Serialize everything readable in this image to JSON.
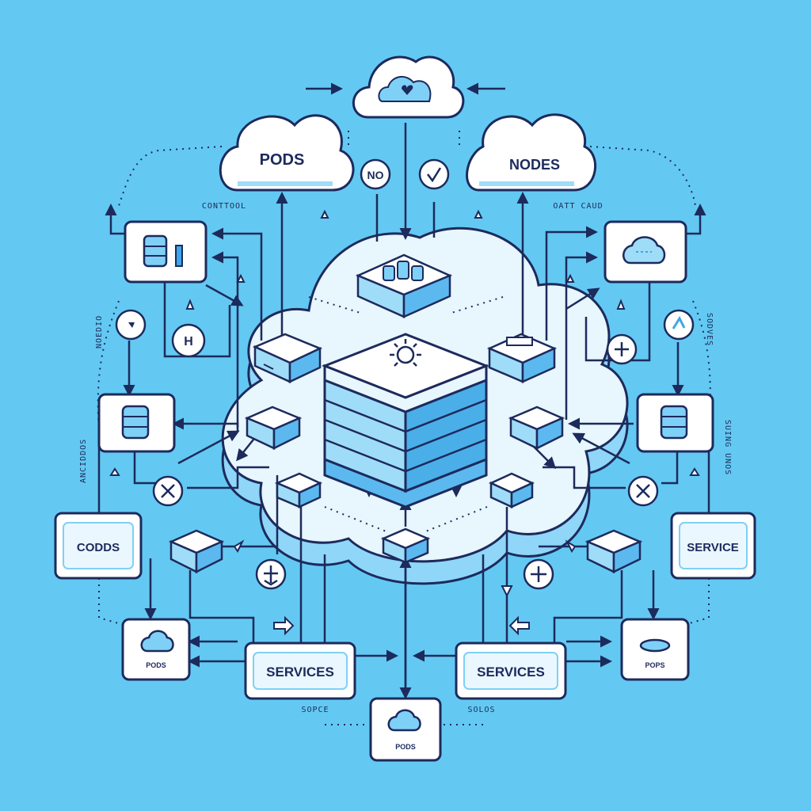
{
  "colors": {
    "background": "#63c9f2",
    "stroke": "#1d2a5c",
    "card": "#ffffff",
    "accent": "#3fa6ea",
    "platform_top": "#e8f6fd",
    "platform_side": "#b6e3fa"
  },
  "labels": {
    "cloud_left": "PODS",
    "cloud_right": "NODES",
    "badge_no": "NO",
    "badge_h": "H",
    "box_codds": "CODDS",
    "box_service": "SERVICE",
    "box_services_left": "SERVICES",
    "box_services_right": "SERVICES",
    "card_pods_left": "PODS",
    "card_pops_right": "POPS",
    "card_pods_bottom": "PODS"
  },
  "small_text": {
    "control": "CONTTOOL",
    "att_caud": "OATT CAUD",
    "sopce": "SOPCE",
    "solos": "SOLOS",
    "left_vertical": "NOEDIO",
    "right_vertical": "SODVES",
    "left_vertical_2": "ANCIDDOS",
    "right_vertical_2": "SUING UNOS"
  },
  "icons": {
    "top_cloud": "cloud-heart-icon",
    "server_core": "server-stack-icon",
    "database": "database-icon",
    "cloud_link": "cloud-link-icon",
    "sun": "sun-icon",
    "check": "check-icon",
    "plus": "plus-icon",
    "move": "cross-arrows-icon"
  }
}
